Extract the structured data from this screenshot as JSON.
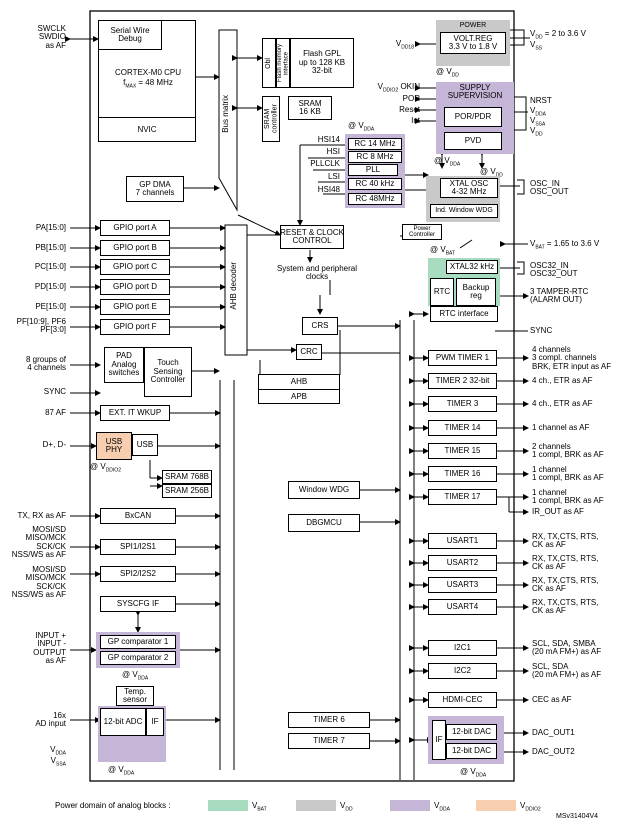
{
  "core": {
    "swd": "Serial Wire\nDebug",
    "cpu": "CORTEX-M0 CPU",
    "fmax": "f",
    "fmax_sub": "MAX",
    "fmax_val": " = 48 MHz",
    "nvic": "NVIC",
    "bus_matrix": "Bus matrix",
    "obl": "Obl",
    "flash_if": "Flash memory interface",
    "flash": "Flash GPL\nup to 128 KB\n32-bit",
    "sram_ctrl": "SRAM controller",
    "sram": "SRAM\n16 KB",
    "gpdma": "GP DMA\n7 channels",
    "ahb_decoder": "AHB decoder",
    "ahb": "AHB",
    "apb": "APB"
  },
  "left_pins": {
    "swclk": "SWCLK\nSWDIO\nas AF",
    "pa": "PA[15:0]",
    "pb": "PB[15:0]",
    "pc": "PC[15:0]",
    "pd": "PD[15:0]",
    "pe": "PE[15:0]",
    "pf": "PF[10:9], PF6\nPF[3:0]",
    "touch": "8 groups of\n4 channels",
    "sync": "SYNC",
    "af87": "87 AF",
    "dpdm": "D+, D-",
    "can": "TX, RX as AF",
    "spi1": "MOSI/SD\nMISO/MCK\nSCK/CK\nNSS/WS as AF",
    "spi2": "MOSI/SD\nMISO/MCK\nSCK/CK\nNSS/WS as AF",
    "comp": "INPUT +\nINPUT -\nOUTPUT\nas AF",
    "adc": "16x\nAD input",
    "vdda": "V",
    "vdda_sub1": "DDA",
    "vssa_sub": "SSA"
  },
  "left_blocks": {
    "gpio_a": "GPIO port A",
    "gpio_b": "GPIO port B",
    "gpio_c": "GPIO port C",
    "gpio_d": "GPIO port D",
    "gpio_e": "GPIO port E",
    "gpio_f": "GPIO port F",
    "pad": "PAD\nAnalog\nswitches",
    "tsc": "Touch\nSensing\nController",
    "exti": "EXT. IT  WKUP",
    "usb_phy": "USB\nPHY",
    "usb": "USB",
    "vddio2_lbl": "@ V",
    "vddio2_sub": "DDIO2",
    "sram768": "SRAM 768B",
    "sram256": "SRAM 256B",
    "bxcan": "BxCAN",
    "spi1": "SPI1/I2S1",
    "spi2": "SPI2/I2S2",
    "syscfg": "SYSCFG IF",
    "comp1": "GP comparator 1",
    "comp2": "GP comparator 2",
    "vdda_at": "@ V",
    "vdda_at_sub": "DDA",
    "temp": "Temp.\nsensor",
    "adc": "12-bit ADC",
    "if": "IF"
  },
  "center": {
    "hsi14": "HSI14",
    "hsi": "HSI",
    "pllclk": "PLLCLK",
    "lsi": "LSI",
    "hsi48": "HSI48",
    "rc14": "RC 14 MHz",
    "rc8": "RC 8 MHz",
    "pll": "PLL",
    "rc40": "RC 40 kHz",
    "rc48": "RC 48MHz",
    "vdda_top": "@ V",
    "vdda_top_sub": "DDA",
    "rcc": "RESET & CLOCK\nCONTROL",
    "clocks": "System and peripheral\nclocks",
    "crs": "CRS",
    "crc": "CRC",
    "wwdg": "Window WDG",
    "dbgmcu": "DBGMCU",
    "timer6": "TIMER 6",
    "timer7": "TIMER 7"
  },
  "right_blocks": {
    "power": "POWER",
    "voltreg": "VOLT.REG\n3.3 V to 1.8 V",
    "vdd18": "V",
    "vdd18_sub": "DD18",
    "vdd_at": "@ V",
    "vdd_at_sub": "DD",
    "vddio2okin": "V",
    "vddio2okin_sub": "DDIO2",
    "okin": " OKIN",
    "por": "POR",
    "reset": "Reset",
    "int": "Int",
    "supply": "SUPPLY\nSUPERVISION",
    "porpdr": "POR/PDR",
    "pvd": "PVD",
    "vdda_mid": "@ V",
    "vdda_mid_sub": "DDA",
    "vdd_mid": "@ V",
    "vdd_mid_sub": "DD",
    "xtalosc": "XTAL OSC\n4-32 MHz",
    "iwdg": "Ind. Window WDG",
    "pwrctl": "Power\nController",
    "vbat_at": "@ V",
    "vbat_at_sub": "BAT",
    "xtal32": "XTAL32 kHz",
    "rtc": "RTC",
    "backup": "Backup\nreg",
    "rtcif": "RTC interface",
    "pwm1": "PWM TIMER 1",
    "t2": "TIMER 2 32-bit",
    "t3": "TIMER 3",
    "t14": "TIMER 14",
    "t15": "TIMER 15",
    "t16": "TIMER 16",
    "t17": "TIMER 17",
    "usart1": "USART1",
    "usart2": "USART2",
    "usart3": "USART3",
    "usart4": "USART4",
    "i2c1": "I2C1",
    "i2c2": "I2C2",
    "hdmi": "HDMI-CEC",
    "dac_if": "IF",
    "dac1": "12-bit DAC",
    "dac2": "12-bit DAC",
    "dac_vdda": "@ V",
    "dac_vdda_sub": "DDA"
  },
  "right_pins": {
    "vdd_range": "V",
    "vdd_range_sub": "DD",
    "vdd_range_val": " = 2 to 3.6 V",
    "vss": "V",
    "vss_sub": "SS",
    "nrst": "NRST",
    "vdda": "V",
    "vdda_sub": "DDA",
    "vssa": "V",
    "vssa_sub": "SSA",
    "vdd": "V",
    "vdd_sub": "DD",
    "osc": "OSC_IN\nOSC_OUT",
    "vbat": "V",
    "vbat_sub": "BAT",
    "vbat_val": " = 1.65 to 3.6 V",
    "osc32": "OSC32_IN\nOSC32_OUT",
    "tamper": "3 TAMPER-RTC\n(ALARM OUT)",
    "sync": "SYNC",
    "pwm1": "4 channels\n3 compl. channels\nBRK, ETR input as AF",
    "t2": "4 ch., ETR as AF",
    "t3": "4 ch., ETR as AF",
    "t14": "1 channel as AF",
    "t15": "2 channels\n1 compl, BRK as AF",
    "t16": "1 channel\n1 compl, BRK as AF",
    "t17": "1 channel\n1 compl, BRK as AF",
    "irout": "IR_OUT as AF",
    "usart1": "RX, TX,CTS, RTS,\nCK as AF",
    "usart2": "RX, TX,CTS, RTS,\nCK as AF",
    "usart3": "RX, TX,CTS, RTS,\nCK as AF",
    "usart4": "RX, TX,CTS, RTS,\nCK as AF",
    "i2c1": "SCL, SDA, SMBA\n(20 mA FM+) as AF",
    "i2c2": "SCL, SDA\n(20 mA FM+) as AF",
    "cec": "CEC as AF",
    "dac1": "DAC_OUT1",
    "dac2": "DAC_OUT2"
  },
  "legend": {
    "title": "Power domain of analog blocks :",
    "vbat": "V",
    "vbat_sub": "BAT",
    "vdd": "V",
    "vdd_sub": "DD",
    "vdda": "V",
    "vdda_sub": "DDA",
    "vddio2": "V",
    "vddio2_sub": "DDIO2",
    "code": "MSv31404V4",
    "colors": {
      "vbat": "#a7dcc0",
      "vdd": "#c9c9c9",
      "vdda": "#c5b6d8",
      "vddio2": "#f7cfb0"
    }
  }
}
